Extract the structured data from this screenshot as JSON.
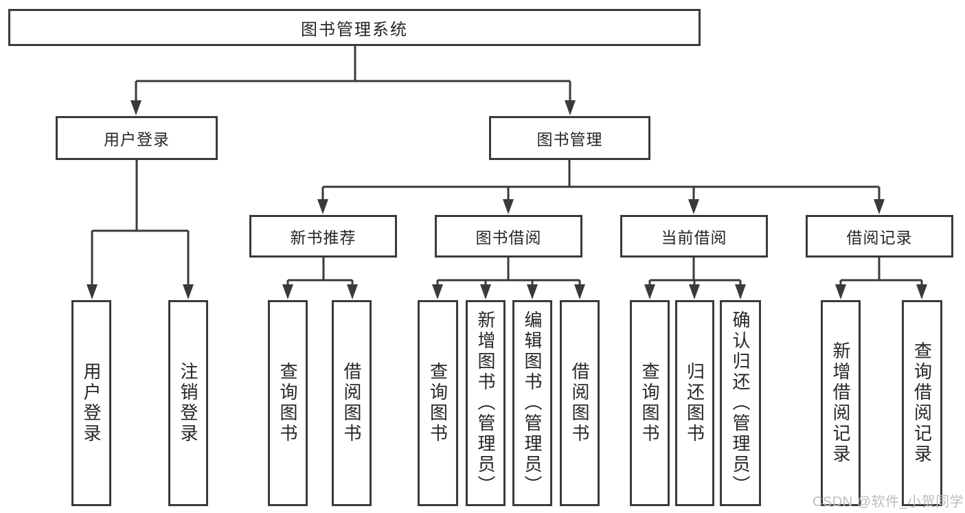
{
  "colors": {
    "line": "#3a3a3a",
    "text": "#262626",
    "watermark": "#bdbdbd",
    "background": "#ffffff"
  },
  "diagram": {
    "root": {
      "label": "图书管理系统"
    },
    "level2": [
      {
        "label": "用户登录"
      },
      {
        "label": "图书管理"
      }
    ],
    "level3": [
      {
        "label": "新书推荐"
      },
      {
        "label": "图书借阅"
      },
      {
        "label": "当前借阅"
      },
      {
        "label": "借阅记录"
      }
    ],
    "leaves": [
      {
        "label": "用户登录"
      },
      {
        "label": "注销登录"
      },
      {
        "label": "查询图书"
      },
      {
        "label": "借阅图书"
      },
      {
        "label": "查询图书"
      },
      {
        "label": "新增图书（管理员）"
      },
      {
        "label": "编辑图书（管理员）"
      },
      {
        "label": "借阅图书"
      },
      {
        "label": "查询图书"
      },
      {
        "label": "归还图书"
      },
      {
        "label": "确认归还（管理员）"
      },
      {
        "label": "新增借阅记录"
      },
      {
        "label": "查询借阅记录"
      }
    ]
  },
  "watermark": {
    "text": "CSDN @软件_小贺同学"
  }
}
